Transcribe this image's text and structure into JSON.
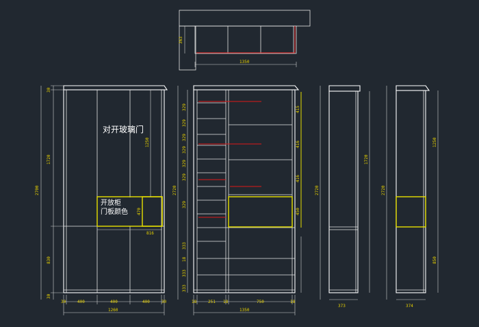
{
  "colors": {
    "background": "#212830",
    "lines": "#e6e6e6",
    "dimensions": "#e8d200",
    "highlight": "#e8e000",
    "shelf_marks": "#e01818"
  },
  "labels": {
    "glass_doors": "对开玻璃门",
    "open_cabinet_line1": "开放柜",
    "open_cabinet_line2": "门板颜色"
  },
  "top_view": {
    "width": "1350",
    "depth": "363"
  },
  "front_view": {
    "total_height": "2700",
    "upper_height": "1720",
    "lower_height": "830",
    "top_trim": "30",
    "base": "30",
    "door_label_dim": "1250",
    "total_width": "1260",
    "widths": [
      "30",
      "400",
      "400",
      "400",
      "30"
    ],
    "opening_height": "470",
    "opening_width": "816"
  },
  "interior_view": {
    "total_height": "2720",
    "left_col_dims": [
      "329",
      "329",
      "329",
      "329",
      "329",
      "329",
      "329",
      "333",
      "18",
      "333",
      "333"
    ],
    "right_col_dims": [
      "415",
      "416",
      "416",
      "450"
    ],
    "bottom_widths": [
      "18",
      "251",
      "18",
      "750",
      "18"
    ],
    "total_width": "1350"
  },
  "side_view_1": {
    "height": "2720",
    "upper": "1720",
    "width": "373"
  },
  "side_view_2": {
    "height": "2720",
    "upper": "1250",
    "lower": "850",
    "width": "374"
  }
}
